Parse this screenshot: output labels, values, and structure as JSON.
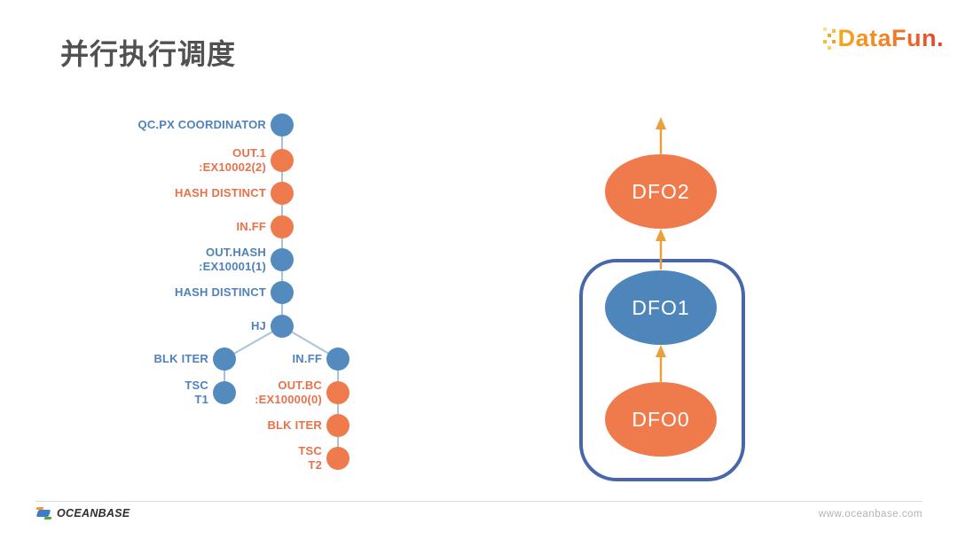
{
  "slide": {
    "title": "并行执行调度",
    "logo": {
      "text": "DataFun."
    },
    "footer": {
      "brand": "OCEANBASE",
      "url": "www.oceanbase.com"
    }
  },
  "palette": {
    "node_blue": "#548BBE",
    "node_orange": "#EF7B4D",
    "label_blue": "#4F81BD",
    "label_orange": "#E8714A",
    "connector": "#A9C3D9",
    "arrow": "#E8A13C",
    "dfo_box_border": "#4767A9",
    "title_color": "#515154"
  },
  "plan_tree": {
    "nodes": [
      {
        "id": "qc-px-coordinator",
        "label": "QC.PX COORDINATOR",
        "color": "blue"
      },
      {
        "id": "out-1",
        "label": "OUT.1\n:EX10002(2)",
        "color": "orange"
      },
      {
        "id": "hash-distinct-upper",
        "label": "HASH DISTINCT",
        "color": "orange"
      },
      {
        "id": "in-ff-upper",
        "label": "IN.FF",
        "color": "orange"
      },
      {
        "id": "out-hash",
        "label": "OUT.HASH\n:EX10001(1)",
        "color": "blue"
      },
      {
        "id": "hash-distinct-lower",
        "label": "HASH DISTINCT",
        "color": "blue"
      },
      {
        "id": "hj",
        "label": "HJ",
        "color": "blue"
      },
      {
        "id": "blk-iter-left",
        "label": "BLK ITER",
        "color": "blue"
      },
      {
        "id": "tsc-t1",
        "label": "TSC\nT1",
        "color": "blue"
      },
      {
        "id": "in-ff-right",
        "label": "IN.FF",
        "color": "blue"
      },
      {
        "id": "out-bc",
        "label": "OUT.BC\n:EX10000(0)",
        "color": "orange"
      },
      {
        "id": "blk-iter-right",
        "label": "BLK ITER",
        "color": "orange"
      },
      {
        "id": "tsc-t2",
        "label": "TSC\nT2",
        "color": "orange"
      }
    ]
  },
  "dfo_diagram": {
    "nodes": [
      {
        "id": "dfo2",
        "label": "DFO2",
        "color": "orange"
      },
      {
        "id": "dfo1",
        "label": "DFO1",
        "color": "blue"
      },
      {
        "id": "dfo0",
        "label": "DFO0",
        "color": "orange"
      }
    ]
  }
}
